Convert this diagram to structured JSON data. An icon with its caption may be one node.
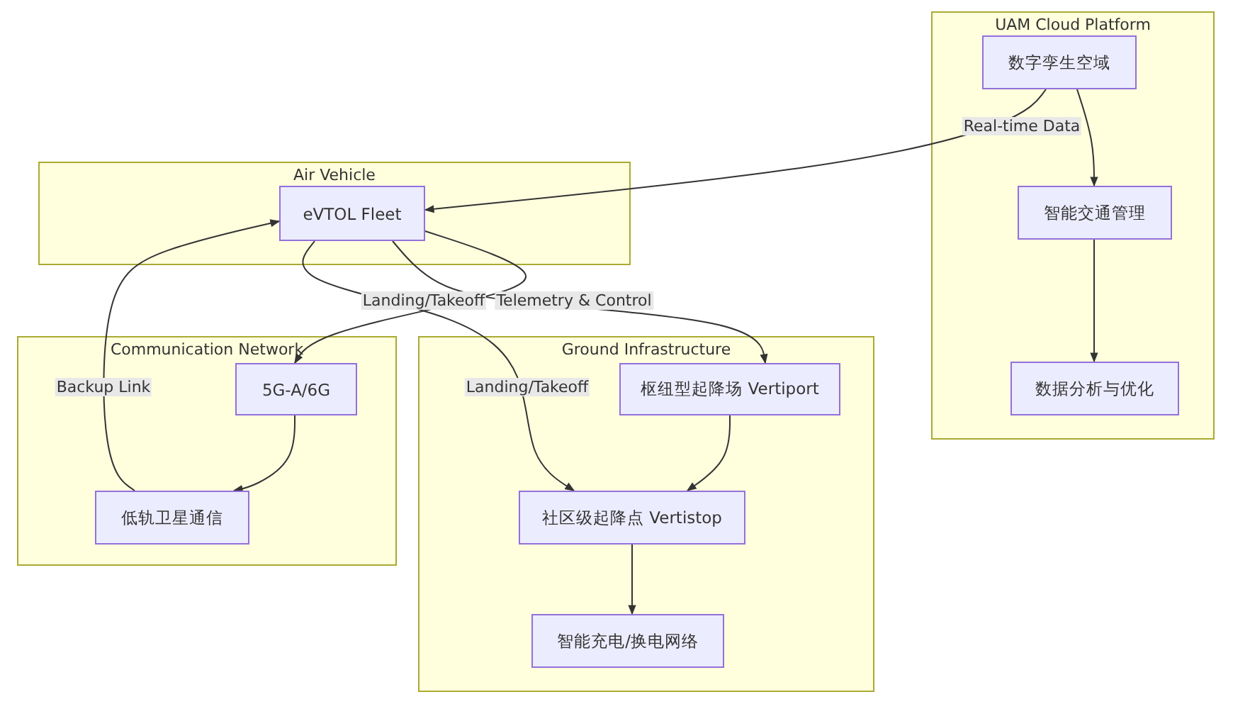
{
  "diagram": {
    "nodes": [
      {
        "text": [
          "UAM Cloud Platform"
        ]
      },
      {
        "text": [
          "数字孪生空域"
        ],
        "in": 0
      },
      {
        "text": [
          "智能交通管理"
        ],
        "in": 0
      },
      {
        "text": [
          "数据分析与优化"
        ],
        "in": 0
      },
      {
        "text": [
          "Air Vehicle"
        ]
      },
      {
        "text": [
          "eVTOL Fleet"
        ],
        "in": 4
      },
      {
        "text": [
          "Communication Network"
        ]
      },
      {
        "text": [
          "5G-A/6G"
        ],
        "in": 6
      },
      {
        "text": [
          "低轨卫星通信"
        ],
        "in": 6
      },
      {
        "text": [
          "Ground Infrastructure"
        ]
      },
      {
        "text": [
          "枢纽型起降场 Vertiport"
        ],
        "in": 9
      },
      {
        "text": [
          "社区级起降点 Vertistop"
        ],
        "in": 9
      },
      {
        "text": [
          "智能充电/换电网络"
        ],
        "in": 9
      }
    ],
    "edges": [
      {
        "from": 1,
        "to": 2,
        "arrow": "to"
      },
      {
        "from": 2,
        "to": 3,
        "arrow": "to"
      },
      {
        "from": 1,
        "to": 5,
        "arrow": "to",
        "label": "Real-time Data"
      },
      {
        "from": 5,
        "to": 7,
        "arrow": "to",
        "label": "Telemetry & Control"
      },
      {
        "from": 5,
        "to": 10,
        "arrow": "to",
        "label": "Landing/Takeoff"
      },
      {
        "from": 5,
        "to": 11,
        "arrow": "to",
        "label": "Landing/Takeoff"
      },
      {
        "from": 7,
        "to": 8,
        "arrow": "to"
      },
      {
        "from": 8,
        "to": 5,
        "arrow": "to",
        "label": "Backup Link"
      },
      {
        "from": 10,
        "to": 11,
        "arrow": "to"
      },
      {
        "from": 11,
        "to": 12,
        "arrow": "to"
      }
    ]
  }
}
